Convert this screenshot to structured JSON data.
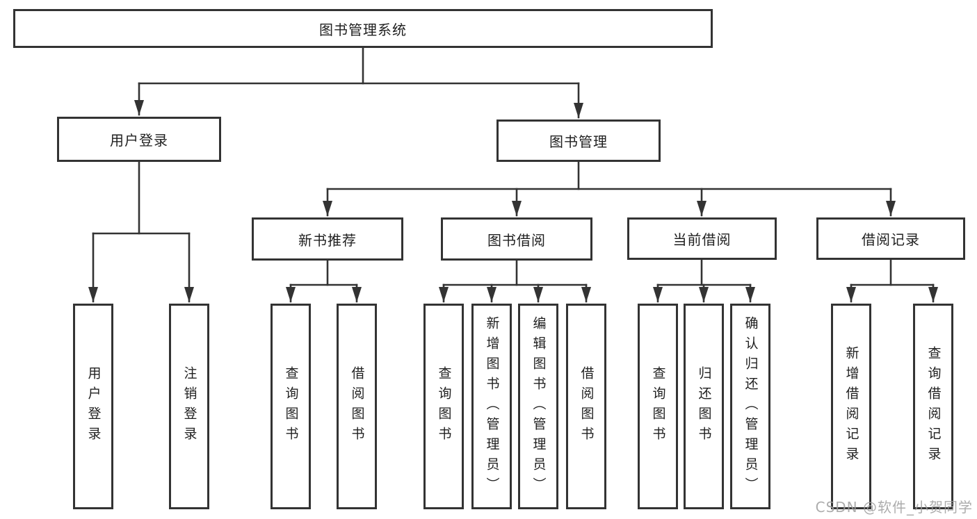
{
  "diagram_title": "图书管理系统",
  "tree": {
    "root": "图书管理系统",
    "branches": [
      {
        "label": "用户登录",
        "children": [
          "用户登录",
          "注销登录"
        ]
      },
      {
        "label": "图书管理",
        "sections": [
          {
            "label": "新书推荐",
            "children": [
              "查询图书",
              "借阅图书"
            ]
          },
          {
            "label": "图书借阅",
            "children": [
              "查询图书",
              "新增图书（管理员）",
              "编辑图书（管理员）",
              "借阅图书"
            ]
          },
          {
            "label": "当前借阅",
            "children": [
              "查询图书",
              "归还图书",
              "确认归还（管理员）"
            ]
          },
          {
            "label": "借阅记录",
            "children": [
              "新增借阅记录",
              "查询借阅记录"
            ]
          }
        ]
      }
    ]
  },
  "watermark": {
    "text": "CSDN @软件_小贺同学"
  },
  "colors": {
    "line": "#333333",
    "text": "#1f1f1f",
    "background": "#ffffff",
    "watermark": "#9e9e9e"
  }
}
